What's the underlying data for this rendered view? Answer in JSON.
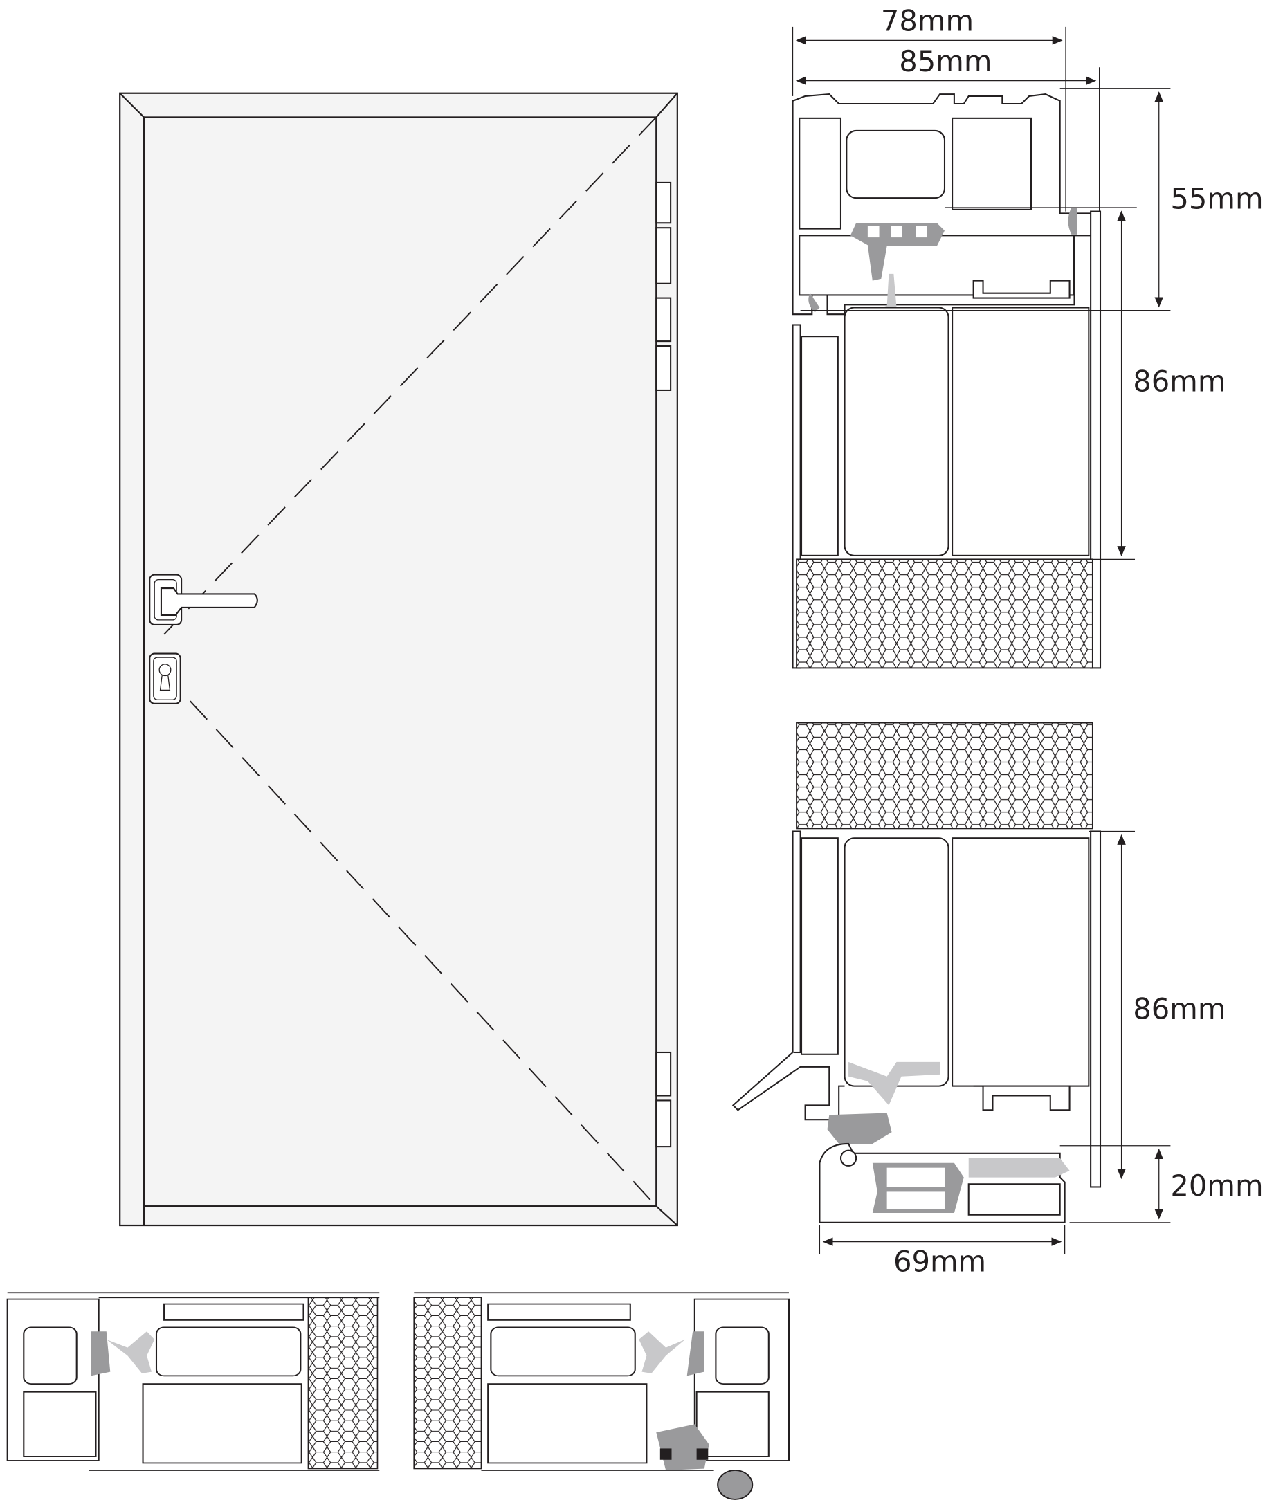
{
  "title": "Door elevation and profile cross-sections",
  "dimensions": {
    "frame_depth": "78mm",
    "overall_depth": "85mm",
    "frame_height": "55mm",
    "leaf_height_top": "86mm",
    "leaf_height_bottom": "86mm",
    "threshold_height": "20mm",
    "threshold_depth": "69mm"
  },
  "colors": {
    "line": "#231f20",
    "gasket_dark": "#9a9a9c",
    "gasket_light": "#c8c8ca",
    "panel": "#f4f4f4"
  }
}
